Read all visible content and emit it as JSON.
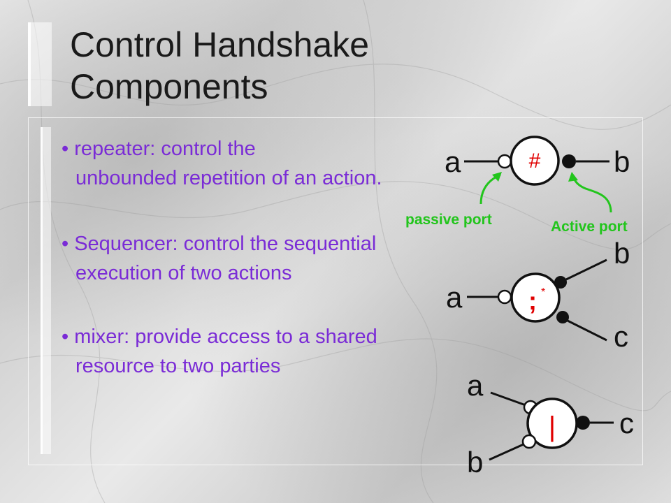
{
  "slide": {
    "title_line1": "Control Handshake",
    "title_line2": "Components",
    "bullets": [
      {
        "line1": "• repeater: control the",
        "line2": "unbounded repetition of an action."
      },
      {
        "line1": "• Sequencer: control the sequential",
        "line2": "execution of two actions"
      },
      {
        "line1": "• mixer: provide access to a shared",
        "line2": "resource to two parties"
      }
    ]
  },
  "diagrams": {
    "repeater": {
      "port_a": "a",
      "port_b": "b",
      "symbol": "#"
    },
    "port_labels": {
      "passive": "passive port",
      "active": "Active port"
    },
    "sequencer": {
      "port_a": "a",
      "port_b": "b",
      "port_c": "c",
      "symbol": ";",
      "star": "*"
    },
    "mixer": {
      "port_a": "a",
      "port_b": "b",
      "port_c": "c",
      "symbol": "|"
    }
  },
  "colors": {
    "bullet_text": "#7a2bd6",
    "annotation": "#22c51c",
    "symbol": "#e00000",
    "title": "#1a1a1a"
  }
}
